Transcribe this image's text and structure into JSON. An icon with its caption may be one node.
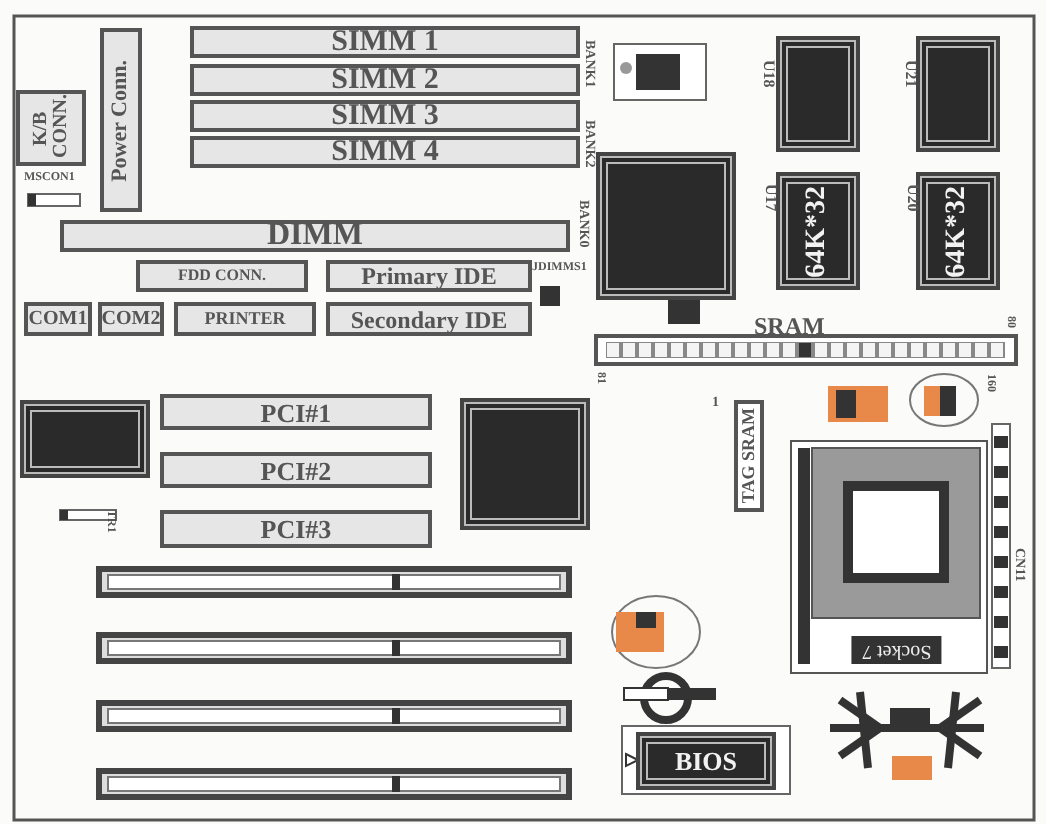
{
  "diagram": {
    "nodes": [
      {
        "text": [
          "Power Conn."
        ]
      },
      {
        "text": [
          "K/B CONN."
        ]
      },
      {
        "text": [
          "SIMM 1"
        ]
      },
      {
        "text": [
          "SIMM 2"
        ]
      },
      {
        "text": [
          "SIMM 3"
        ]
      },
      {
        "text": [
          "SIMM 4"
        ]
      },
      {
        "text": [
          "DIMM"
        ]
      },
      {
        "text": [],
        "shape": "box"
      },
      {
        "text": [],
        "shape": "box",
        "beside": [
          "U18"
        ]
      },
      {
        "text": [],
        "shape": "box",
        "beside": [
          "U21"
        ]
      },
      {
        "text": [
          "64K*32"
        ],
        "beside": [
          "U17"
        ]
      },
      {
        "text": [
          "64K*32"
        ],
        "beside": [
          "U20"
        ]
      },
      {
        "text": [
          "FDD CONN."
        ]
      },
      {
        "text": [
          "Primary IDE"
        ]
      },
      {
        "text": [
          "COM1"
        ]
      },
      {
        "text": [
          "COM2"
        ]
      },
      {
        "text": [
          "PRINTER"
        ]
      },
      {
        "text": [
          "Secondary IDE"
        ]
      },
      {
        "text": [
          "SRAM"
        ]
      },
      {
        "text": [],
        "shape": "box"
      },
      {
        "text": [
          "PCI#1"
        ]
      },
      {
        "text": [
          "PCI#2"
        ]
      },
      {
        "text": [
          "PCI#3"
        ]
      },
      {
        "text": [],
        "shape": "box"
      },
      {
        "text": [
          "TAG SRAM"
        ]
      },
      {
        "text": [
          "Socket 7"
        ]
      },
      {
        "text": [],
        "shape": "bar"
      },
      {
        "text": [],
        "shape": "bar"
      },
      {
        "text": [],
        "shape": "bar"
      },
      {
        "text": [],
        "shape": "bar"
      },
      {
        "text": [
          "BIOS"
        ]
      }
    ],
    "edges": [],
    "labels": [
      "MSCON1",
      "BANK1",
      "BANK2",
      "BANK0",
      "JDIMMS1",
      "80",
      "81",
      "1",
      "160",
      "TR1",
      "CN11"
    ]
  }
}
